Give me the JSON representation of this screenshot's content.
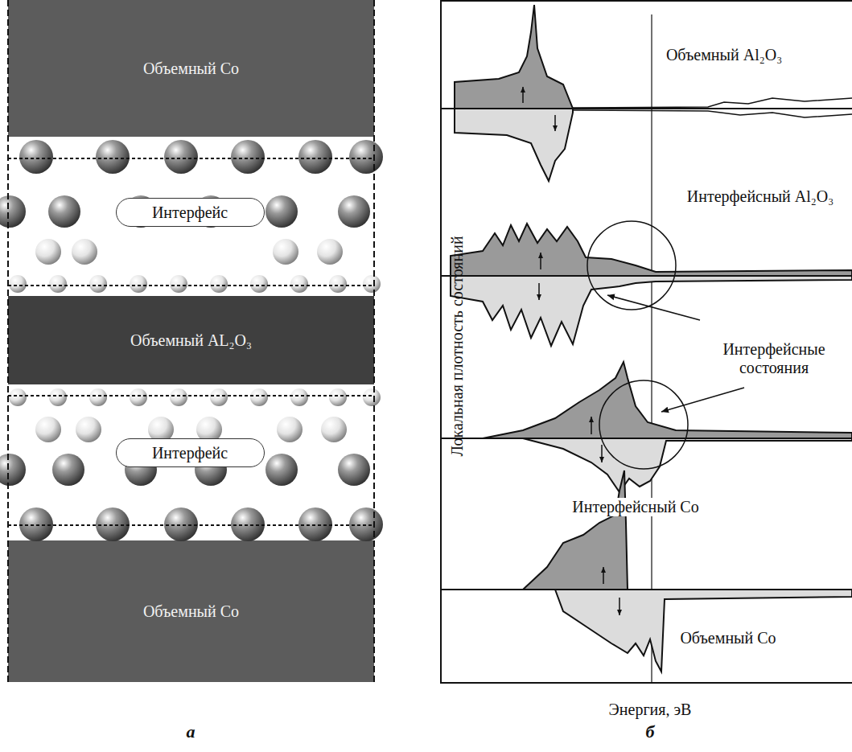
{
  "diagram": {
    "nodes": [
      {
        "text": [
          "Объемный Co"
        ]
      },
      {
        "text": [
          "Интерфейс"
        ]
      },
      {
        "text": [
          "Объемный AL₂O₃"
        ]
      },
      {
        "text": [
          "Интерфейс"
        ]
      },
      {
        "text": [
          "Объемный Co"
        ]
      }
    ],
    "labels": [
      "Объемный Al₂O₃",
      "Интерфейсный Al₂O₃",
      "Интерфейсные состояния",
      "Интерфейсный Co",
      "Объемный Co",
      "Локальная плотность состояний",
      "Энергия, эВ",
      "а",
      "б"
    ]
  }
}
